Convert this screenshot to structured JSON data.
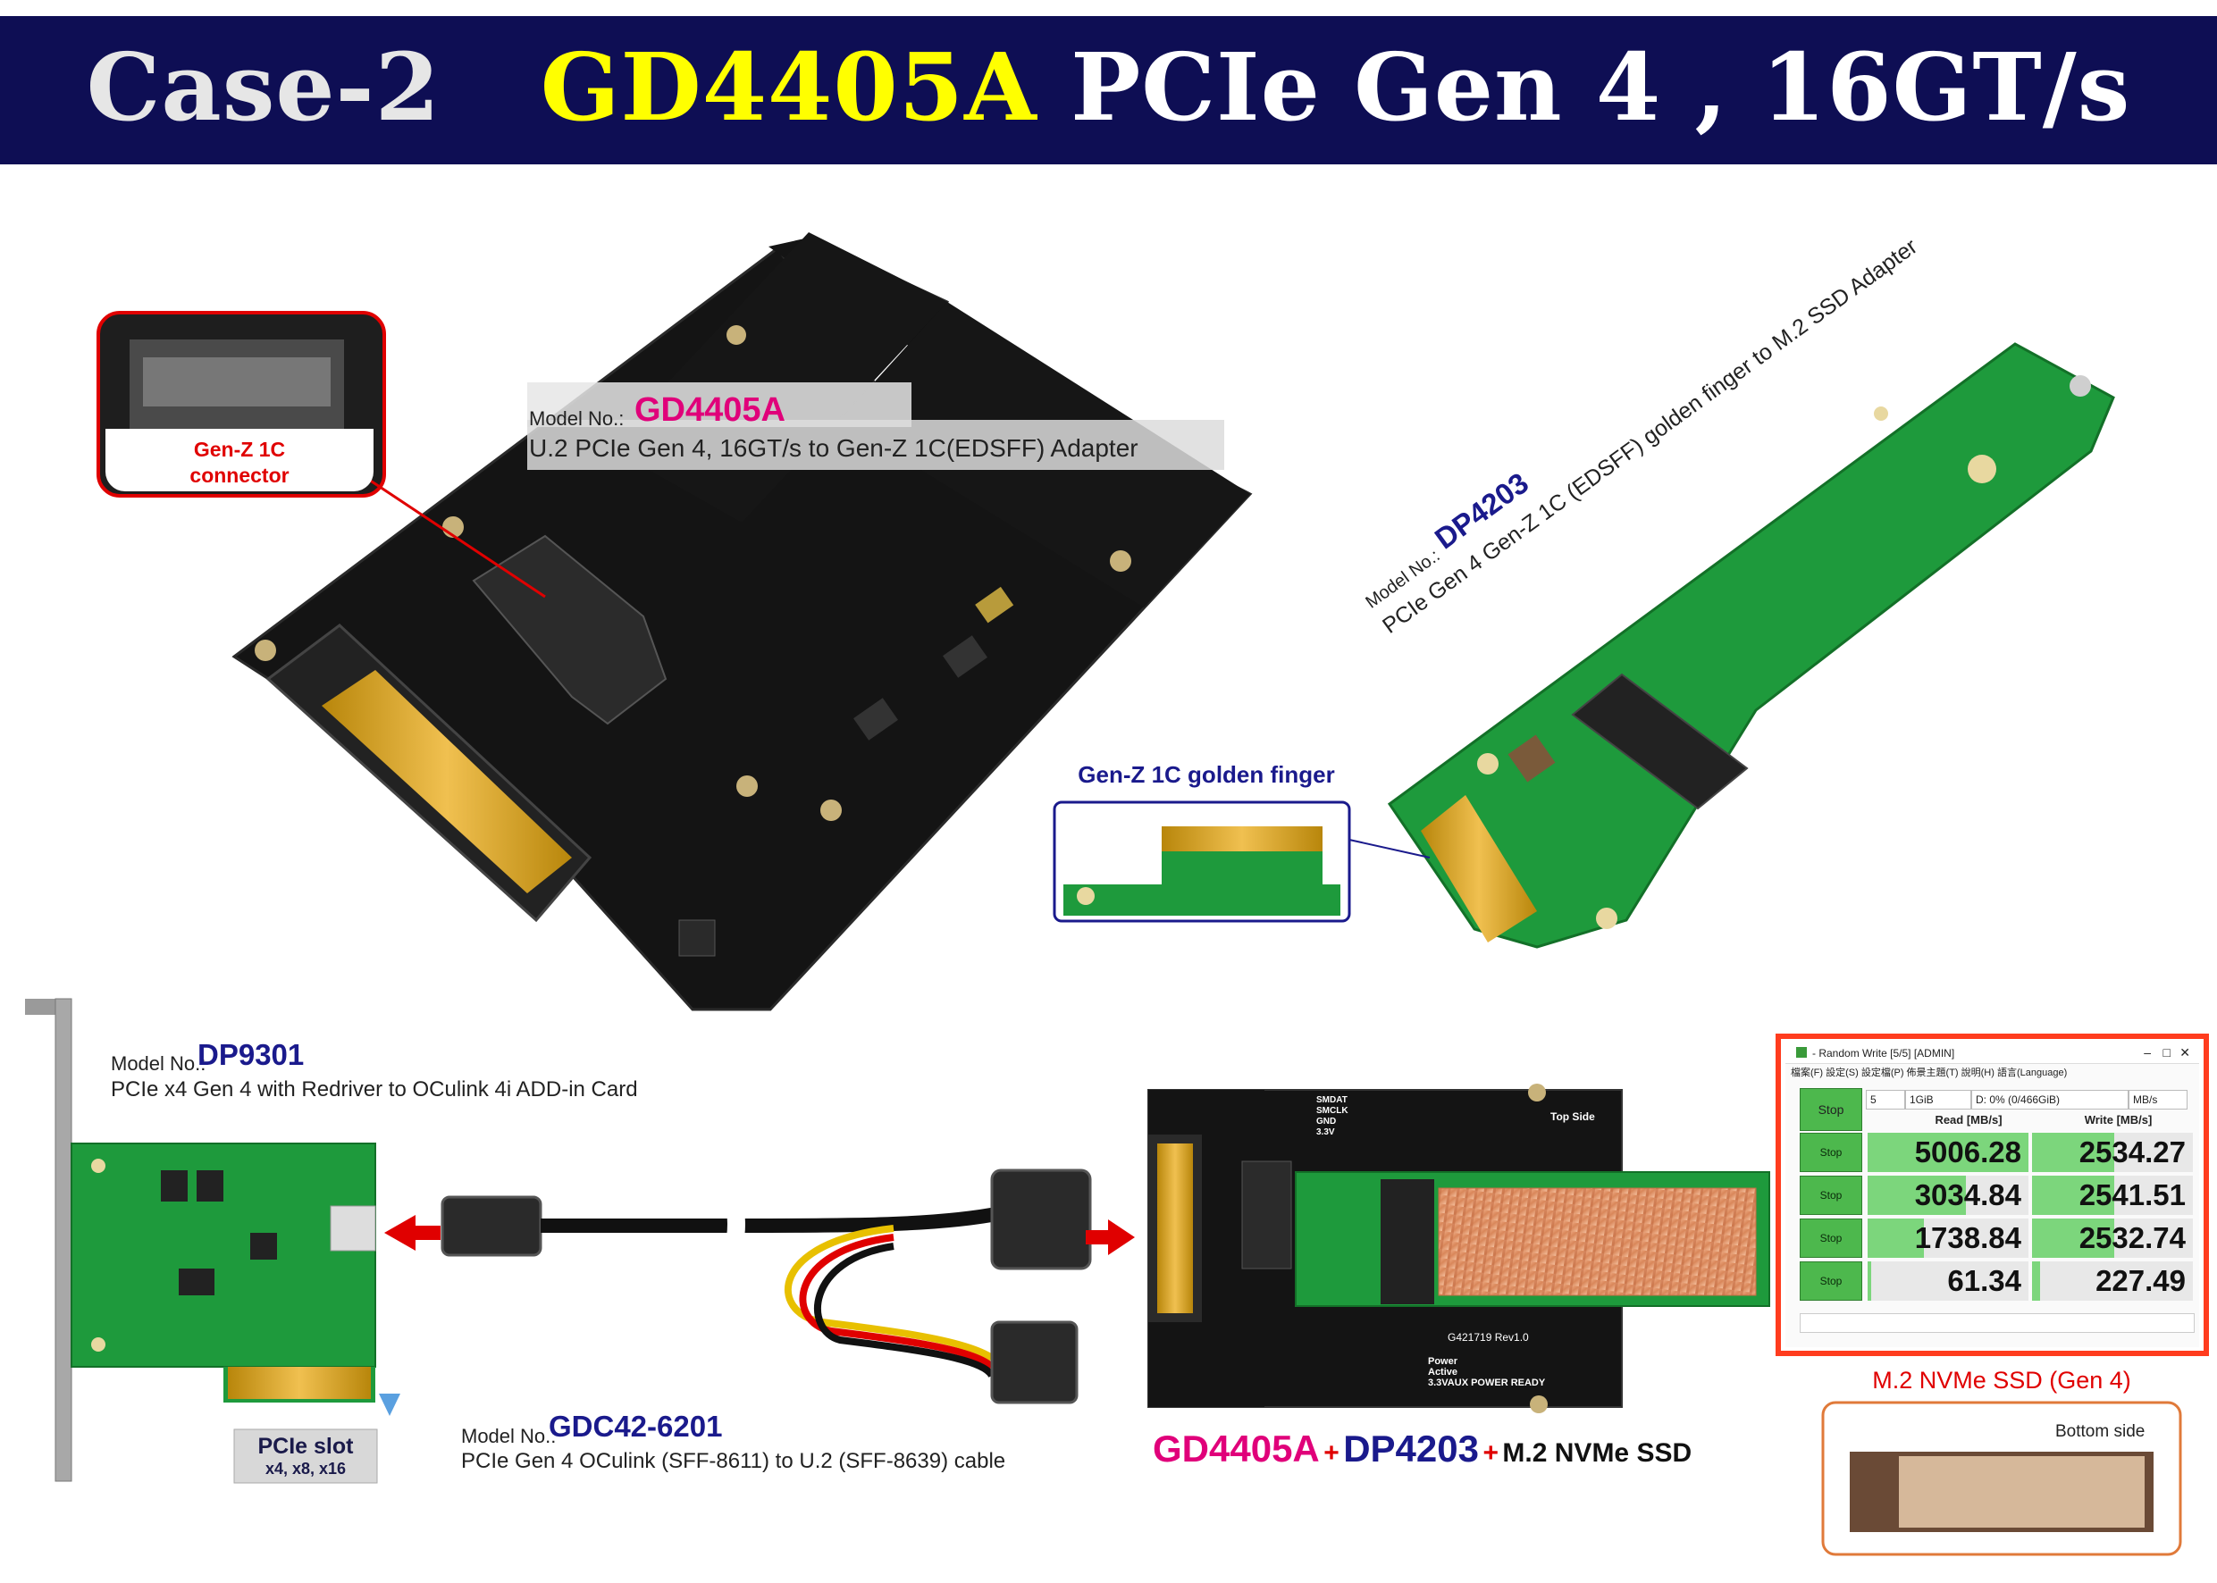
{
  "banner": {
    "case": "Case-2",
    "model": "GD4405A",
    "rest": "PCIe Gen 4 , 16GT/s"
  },
  "gd4405a_caption": {
    "model_label": "Model No.:",
    "model_code": "GD4405A",
    "description": "U.2 PCIe Gen 4, 16GT/s to Gen-Z 1C(EDSFF) Adapter"
  },
  "genz_connector_label": "Gen-Z 1C\nconnector",
  "dp4203_caption": {
    "model_label": "Model No.:",
    "model_code": "DP4203",
    "description": "PCIe Gen 4 Gen-Z 1C (EDSFF) golden finger to M.2 SSD Adapter"
  },
  "golden_finger_label": "Gen-Z 1C golden finger",
  "dp9301_caption": {
    "model_label": "Model No.:",
    "model_code": "DP9301",
    "description": "PCIe x4 Gen 4 with Redriver to OCulink 4i ADD-in Card"
  },
  "gdc_caption": {
    "model_label": "Model No.:",
    "model_code": "GDC42-6201",
    "description": "PCIe Gen 4 OCulink (SFF-8611) to U.2 (SFF-8639) cable"
  },
  "pcie_slot": {
    "title": "PCIe slot",
    "sub": "x4, x8, x16"
  },
  "combo": {
    "a": "GD4405A",
    "plus1": "+",
    "b": "DP4203",
    "plus2": "+",
    "c": "M.2 NVMe SSD"
  },
  "ssd_label": "M.2 NVMe SSD (Gen 4)",
  "ssd_bottom_label": "Bottom side",
  "board_silk": {
    "top_side": "Top Side",
    "power": "Power",
    "active": "Active",
    "aux": "3.3VAUX POWER READY",
    "board_rev": "G421719 Rev1.0",
    "smdat": "SMDAT",
    "smclk": "SMCLK",
    "gnd": "GND",
    "v33": "3.3V"
  },
  "benchmark": {
    "title": "- Random Write [5/5] [ADMIN]",
    "menu": "檔案(F)  設定(S)  設定檔(P)  佈景主題(T)  說明(H)  語言(Language)",
    "stop_label": "Stop",
    "count": "5",
    "size": "1GiB",
    "drive": "D: 0% (0/466GiB)",
    "unit": "MB/s",
    "read_header": "Read [MB/s]",
    "write_header": "Write [MB/s]",
    "rows": [
      {
        "btn": "Stop",
        "read": "5006.28",
        "write": "2534.27",
        "read_frac": 1.0,
        "write_frac": 0.51
      },
      {
        "btn": "Stop",
        "read": "3034.84",
        "write": "2541.51",
        "read_frac": 0.61,
        "write_frac": 0.51
      },
      {
        "btn": "Stop",
        "read": "1738.84",
        "write": "2532.74",
        "read_frac": 0.35,
        "write_frac": 0.51
      },
      {
        "btn": "Stop",
        "read": "61.34",
        "write": "227.49",
        "read_frac": 0.02,
        "write_frac": 0.05
      }
    ]
  },
  "colors": {
    "banner_bg": "#0e0e54",
    "pcb_black": "#141414",
    "pcb_green": "#1e9a3c",
    "accent_red": "#e00000",
    "accent_pink": "#e0007a",
    "accent_blue": "#1a1a8c"
  }
}
